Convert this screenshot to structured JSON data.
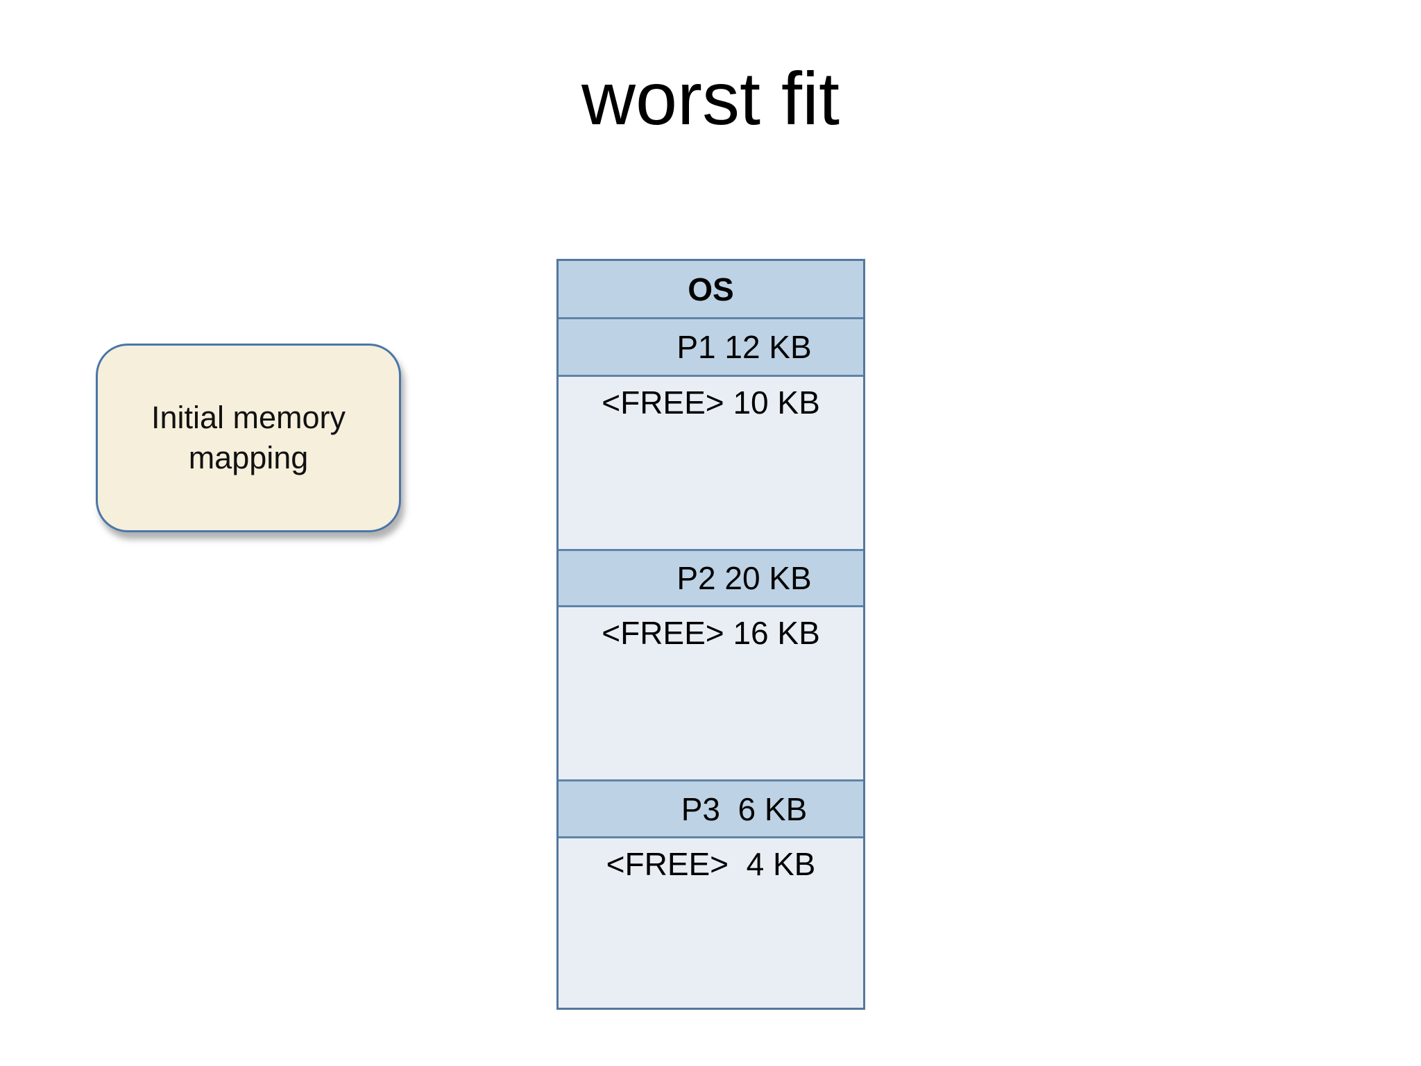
{
  "title": "worst fit",
  "callout": {
    "label": "Initial memory mapping"
  },
  "memory": {
    "segments": [
      {
        "label": "OS",
        "name": "OS",
        "type": "os"
      },
      {
        "label": "P1 12 KB",
        "name": "P1",
        "size_kb": 12,
        "type": "process"
      },
      {
        "label": "<FREE> 10 KB",
        "name": "FREE",
        "size_kb": 10,
        "type": "free"
      },
      {
        "label": "P2 20 KB",
        "name": "P2",
        "size_kb": 20,
        "type": "process"
      },
      {
        "label": "<FREE> 16 KB",
        "name": "FREE",
        "size_kb": 16,
        "type": "free"
      },
      {
        "label": "P3  6 KB",
        "name": "P3",
        "size_kb": 6,
        "type": "process"
      },
      {
        "label": "<FREE>  4 KB",
        "name": "FREE",
        "size_kb": 4,
        "type": "free"
      }
    ]
  },
  "colors": {
    "process_fill": "#bdd2e4",
    "free_fill": "#e9eef5",
    "line": "#5e84a9",
    "outer_line": "#54779e",
    "callout_fill": "#f5efdc",
    "callout_border": "#4a76a8",
    "title_color": "#000000"
  }
}
